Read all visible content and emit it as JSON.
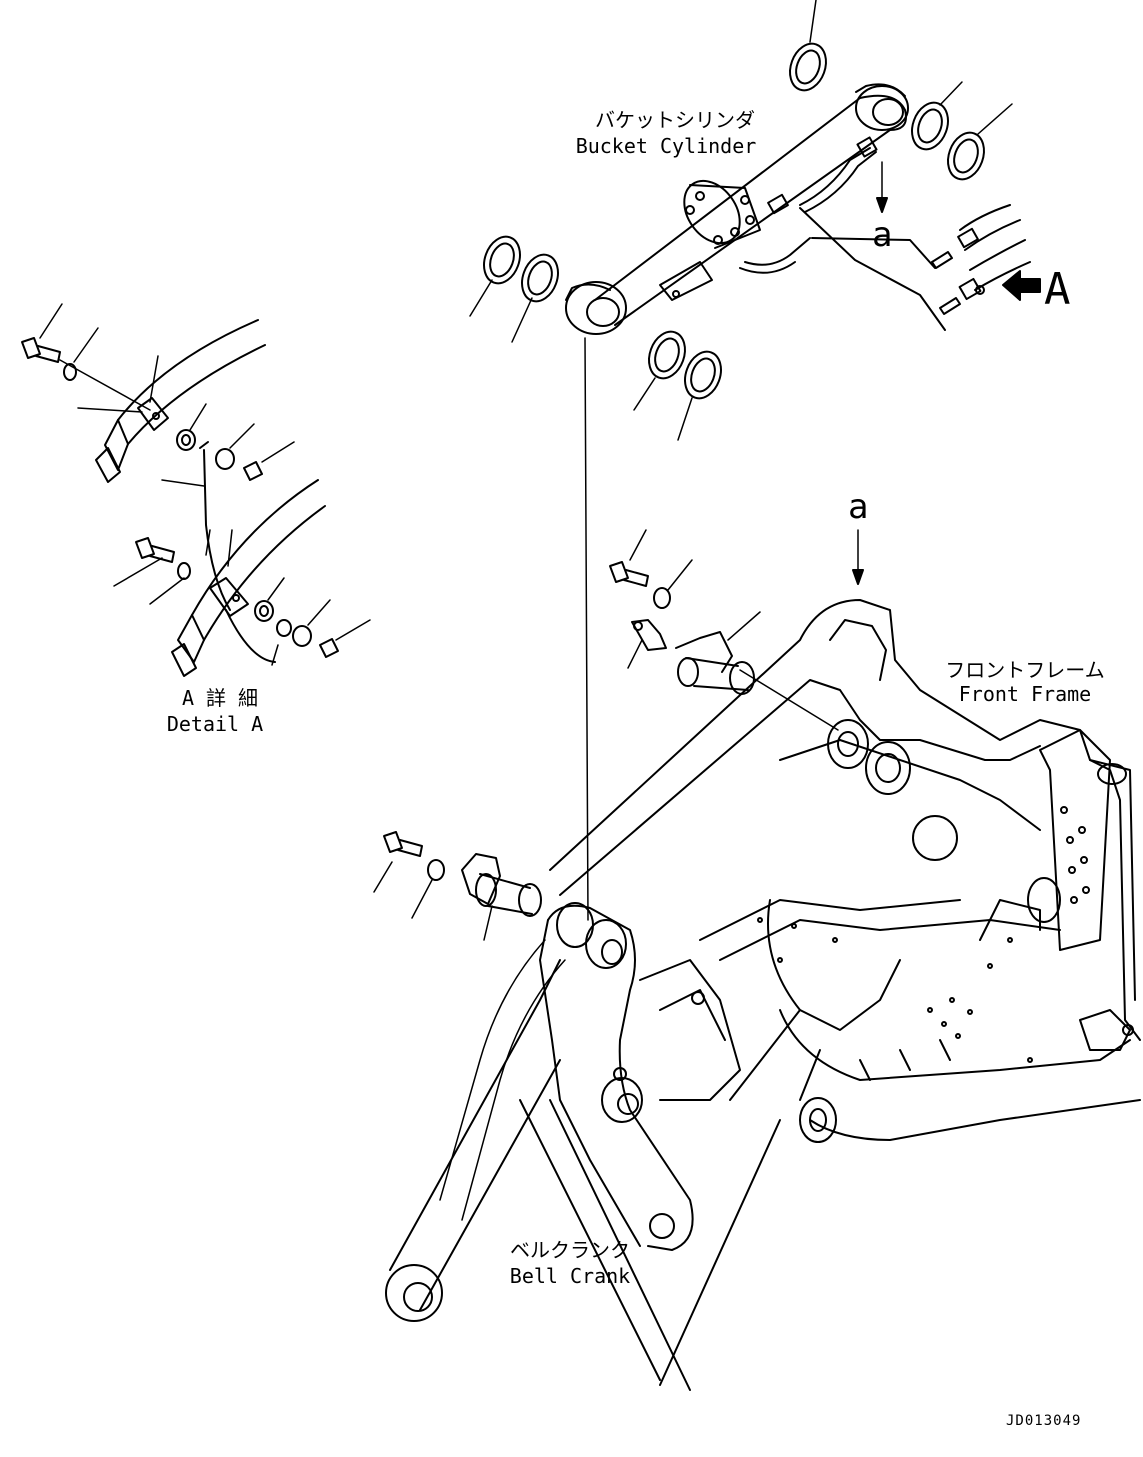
{
  "labels": {
    "bucket_cylinder_jp": "バケットシリンダ",
    "bucket_cylinder_en": "Bucket Cylinder",
    "front_frame_jp": "フロントフレーム",
    "front_frame_en": "Front Frame",
    "bell_crank_jp": "ベルクランク",
    "bell_crank_en": "Bell Crank",
    "detail_a_jp": "A 詳 細",
    "detail_a_en": "Detail A",
    "view_arrow_letter": "A",
    "ref_a_top": "a",
    "ref_a_bottom": "a",
    "drawing_number": "JD013049"
  },
  "colors": {
    "line": "#000000",
    "background": "#ffffff"
  }
}
